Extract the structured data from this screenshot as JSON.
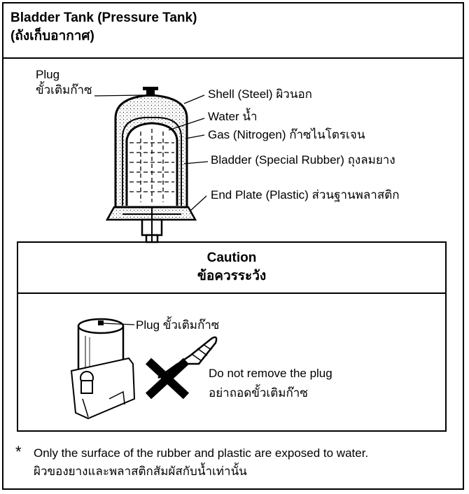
{
  "header": {
    "title_en": "Bladder Tank (Pressure Tank)",
    "title_th": "(ถังเก็บอากาศ)"
  },
  "diagram": {
    "plug_label_en": "Plug",
    "plug_label_th": "ขั้วเติมก๊าซ",
    "shell_label": "Shell (Steel) ผิวนอก",
    "water_label": "Water น้ำ",
    "gas_label": "Gas (Nitrogen) ก๊าซไนโตรเจน",
    "bladder_label": "Bladder (Special Rubber) ถุงลมยาง",
    "end_plate_label": "End Plate (Plastic) ส่วนฐานพลาสติก"
  },
  "caution": {
    "title_en": "Caution",
    "title_th": "ข้อควรระวัง",
    "plug_label": "Plug ขั้วเติมก๊าซ",
    "instruction_en": "Do not remove the plug",
    "instruction_th": "อย่าถอดขั้วเติมก๊าซ"
  },
  "note": {
    "symbol": "*",
    "text_en": "Only the surface of the rubber and plastic are exposed to water.",
    "text_th": "ผิวของยางและพลาสติกสัมผัสกับน้ำเท่านั้น"
  }
}
